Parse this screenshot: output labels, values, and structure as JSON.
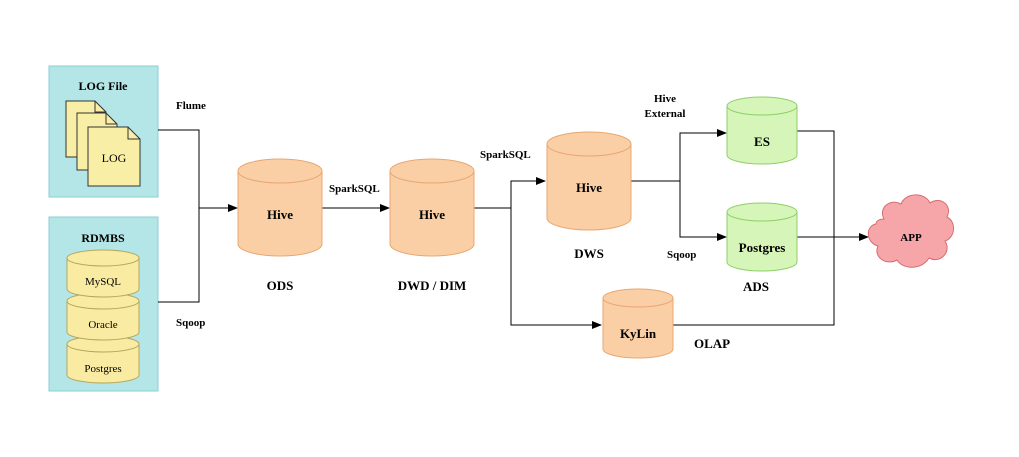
{
  "groups": {
    "log": {
      "title": "LOG File",
      "doc_label": "LOG"
    },
    "rdbms": {
      "title": "RDMBS",
      "databases": [
        "MySQL",
        "Oracle",
        "Postgres"
      ]
    }
  },
  "edge_labels": {
    "flume": "Flume",
    "sqoop_in": "Sqoop",
    "sparksql_1": "SparkSQL",
    "sparksql_2": "SparkSQL",
    "hive_external_line1": "Hive",
    "hive_external_line2": "External",
    "sqoop_out": "Sqoop"
  },
  "nodes": {
    "ods": {
      "label": "Hive",
      "layer": "ODS"
    },
    "dwd": {
      "label": "Hive",
      "layer": "DWD / DIM"
    },
    "dws": {
      "label": "Hive",
      "layer": "DWS"
    },
    "kylin": {
      "label": "KyLin",
      "layer": "OLAP"
    },
    "es": {
      "label": "ES"
    },
    "postgres": {
      "label": "Postgres",
      "layer": "ADS"
    },
    "app": {
      "label": "APP"
    }
  },
  "colors": {
    "panel_fill": "#b4e5e7",
    "panel_stroke": "#8ccfd3",
    "doc_fill": "#f9eea5",
    "doc_stroke": "#333333",
    "db_fill": "#f9eca2",
    "db_stroke": "#b3a860",
    "hive_fill": "#fbcfa6",
    "hive_stroke": "#e8a771",
    "green_fill": "#d6f5b8",
    "green_stroke": "#8fcf6a",
    "cloud_fill": "#f6a6a8",
    "cloud_stroke": "#d86c70",
    "line": "#000000"
  }
}
